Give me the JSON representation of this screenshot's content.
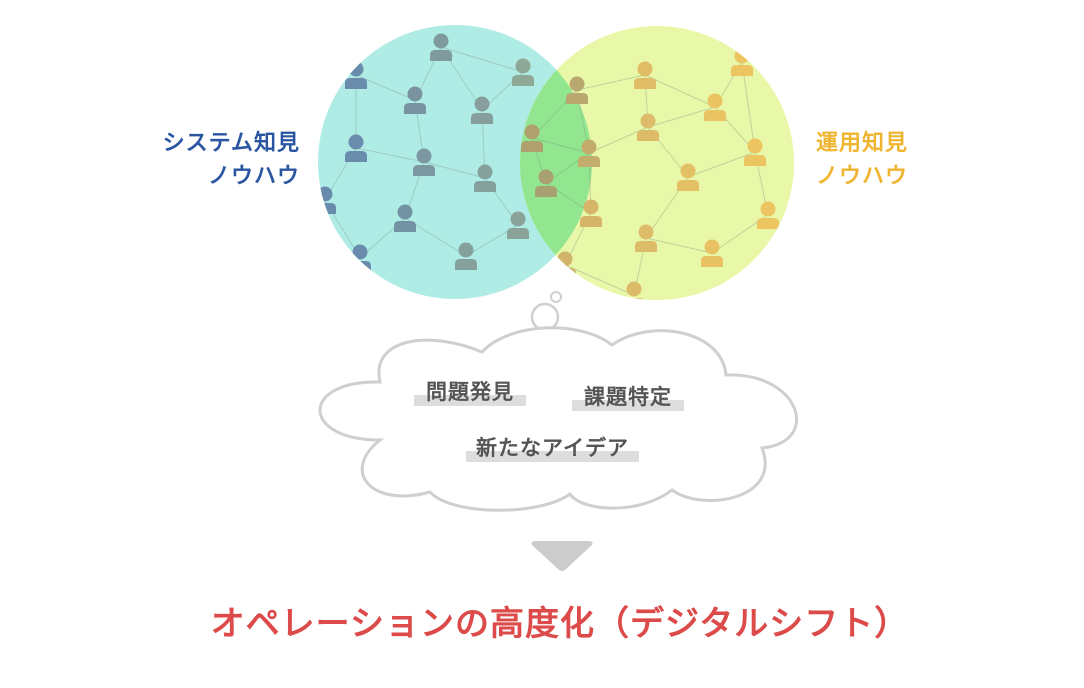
{
  "left_group": {
    "line1": "システム知見",
    "line2": "ノウハウ",
    "color": "#2a55a0"
  },
  "right_group": {
    "line1": "運用知見",
    "line2": "ノウハウ",
    "color": "#f0b530"
  },
  "cloud": {
    "items": [
      "問題発見",
      "課題特定",
      "新たなアイデア"
    ]
  },
  "result": {
    "title": "オペレーションの高度化（デジタルシフト）",
    "color": "#dc4a4a"
  },
  "colors": {
    "left_circle": "#b0ece6",
    "right_circle": "#e8f8a8",
    "overlap": "#92e690"
  }
}
